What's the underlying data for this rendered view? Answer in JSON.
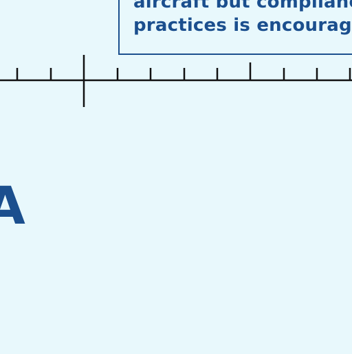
{
  "note": {
    "lines": [
      "aircraft but complianc",
      "practices is encourage"
    ]
  },
  "map_label": "A",
  "colors": {
    "background": "#e8f8fc",
    "ink": "#1b4f8e",
    "scale_line": "#111111"
  }
}
